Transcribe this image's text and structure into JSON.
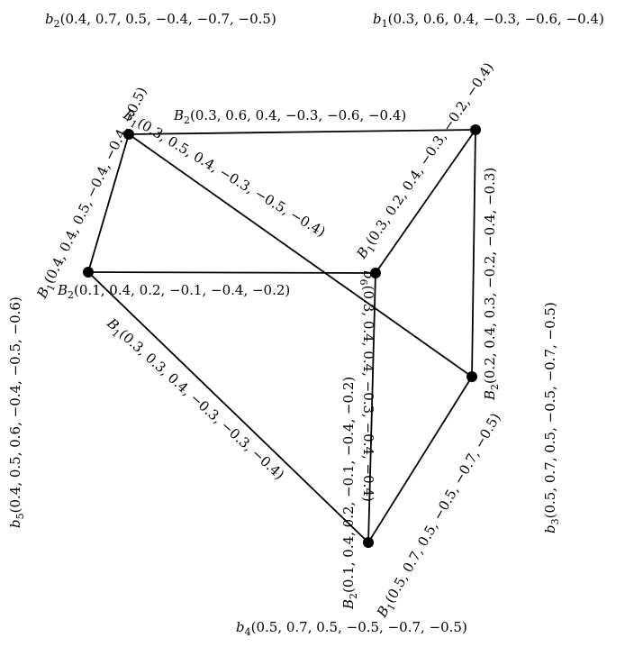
{
  "vertices": [
    {
      "id": "b1",
      "label": "b_1(0.3, 0.6, 0.4, −0.3, −0.6, −0.4)",
      "name": "b",
      "sub": "1",
      "values": "(0.3, 0.6, 0.4, −0.3, −0.6, −0.4)"
    },
    {
      "id": "b2",
      "label": "b_2(0.4, 0.7, 0.5, −0.4, −0.7, −0.5)",
      "name": "b",
      "sub": "2",
      "values": "(0.4, 0.7, 0.5, −0.4, −0.7, −0.5)"
    },
    {
      "id": "b3",
      "label": "b_3(0.5, 0.7, 0.5, −0.5, −0.7, −0.5)",
      "name": "b",
      "sub": "3",
      "values": "(0.5, 0.7, 0.5, −0.5, −0.7, −0.5)"
    },
    {
      "id": "b4",
      "label": "b_4(0.5, 0.7, 0.5, −0.5, −0.7, −0.5)",
      "name": "b",
      "sub": "4",
      "values": "(0.5, 0.7, 0.5, −0.5, −0.7, −0.5)"
    },
    {
      "id": "b5",
      "label": "b_5(0.4, 0.5, 0.6, −0.4, −0.5, −0.6)",
      "name": "b",
      "sub": "5",
      "values": "(0.4, 0.5, 0.6, −0.4, −0.5, −0.6)"
    },
    {
      "id": "b6",
      "label": "b_6(0.3, 0.4, 0.4, −0.3, −0.4, −0.4)",
      "name": "b",
      "sub": "6",
      "values": "(0.3, 0.4, 0.4, −0.3, −0.4, −0.4)"
    }
  ],
  "edges": [
    {
      "from": "b2",
      "to": "b1",
      "name": "B",
      "sub": "2",
      "values": "(0.3, 0.6, 0.4, −0.3, −0.6, −0.4)"
    },
    {
      "from": "b1",
      "to": "b3",
      "name": "B",
      "sub": "2",
      "values": "(0.2, 0.4, 0.3, −0.2, −0.4, −0.3)"
    },
    {
      "from": "b6",
      "to": "b1",
      "name": "B",
      "sub": "1",
      "values": "(0.3, 0.2, 0.4, −0.3, −0.2, −0.4)"
    },
    {
      "from": "b2",
      "to": "b3",
      "name": "B",
      "sub": "1",
      "values": "(0.3, 0.5, 0.4, −0.3, −0.5, −0.4)"
    },
    {
      "from": "b5",
      "to": "b2",
      "name": "B",
      "sub": "1",
      "values": "(0.4, 0.4, 0.5, −0.4, −0.4, −0.5)"
    },
    {
      "from": "b5",
      "to": "b6",
      "name": "B",
      "sub": "2",
      "values": "(0.1, 0.4, 0.2, −0.1, −0.4, −0.2)"
    },
    {
      "from": "b5",
      "to": "b4",
      "name": "B",
      "sub": "1",
      "values": "(0.3, 0.3, 0.4, −0.3, −0.3, −0.4)"
    },
    {
      "from": "b6",
      "to": "b4",
      "name": "B",
      "sub": "2",
      "values": "(0.1, 0.4, 0.2, −0.1, −0.4, −0.2)"
    },
    {
      "from": "b4",
      "to": "b3",
      "name": "B",
      "sub": "1",
      "values": "(0.5, 0.7, 0.5, −0.5, −0.7, −0.5)"
    }
  ]
}
